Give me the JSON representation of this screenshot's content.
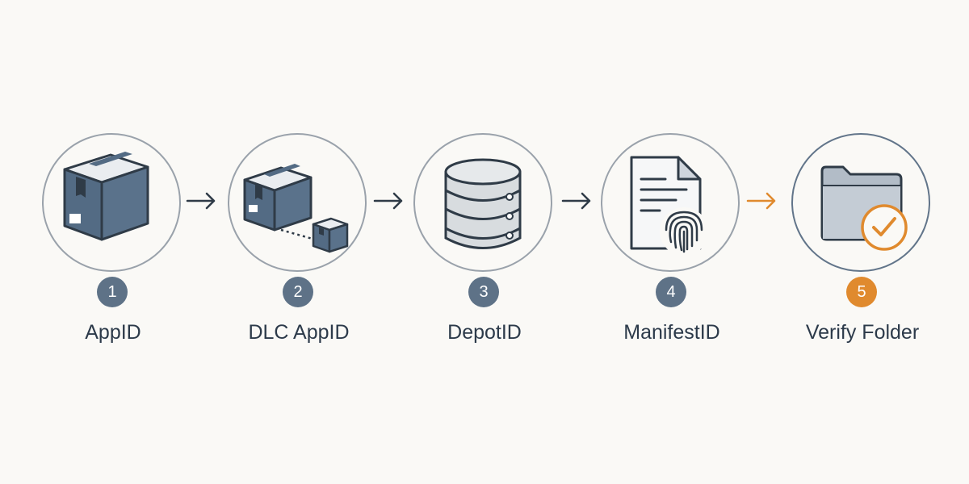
{
  "steps": [
    {
      "number": "1",
      "label": "AppID",
      "icon": "box-icon"
    },
    {
      "number": "2",
      "label": "DLC AppID",
      "icon": "box-with-small-box-icon"
    },
    {
      "number": "3",
      "label": "DepotID",
      "icon": "database-icon"
    },
    {
      "number": "4",
      "label": "ManifestID",
      "icon": "document-fingerprint-icon"
    },
    {
      "number": "5",
      "label": "Verify Folder",
      "icon": "folder-check-icon"
    }
  ],
  "colors": {
    "background": "#faf9f6",
    "ring": "#9aa2ab",
    "badge": "#5e7287",
    "accent": "#e08a2e",
    "icon_dark": "#526a82",
    "text": "#2c3a4a"
  }
}
